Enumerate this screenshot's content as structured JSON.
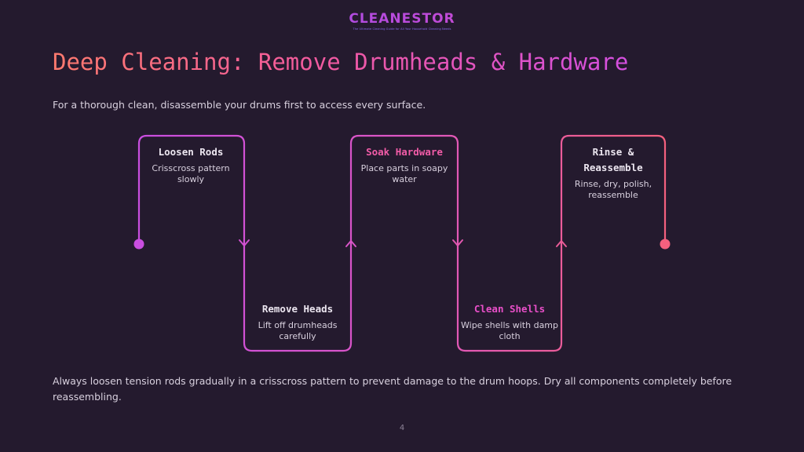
{
  "brand": {
    "name": "CLEANESTOR",
    "tagline": "The Ultimate Cleaning Guide for All Your Household Cleaning Needs"
  },
  "title": "Deep Cleaning: Remove Drumheads & Hardware",
  "subtitle": "For a thorough clean, disassemble your drums first to access every surface.",
  "steps": [
    {
      "title": "Loosen Rods",
      "desc": "Crisscross pattern slowly",
      "title_color": "#ece6f0"
    },
    {
      "title": "Remove Heads",
      "desc": "Lift off drumheads carefully",
      "title_color": "#ece6f0"
    },
    {
      "title": "Soak Hardware",
      "desc": "Place parts in soapy water",
      "title_color": "#f25ca8"
    },
    {
      "title": "Clean Shells",
      "desc": "Wipe shells with damp cloth",
      "title_color": "#e84fc8"
    },
    {
      "title": "Rinse & Reassemble",
      "desc": "Rinse, dry, polish, reassemble",
      "title_color": "#ece6f0"
    }
  ],
  "footnote": "Always loosen tension rods gradually in a crisscross pattern to prevent damage to the drum hoops. Dry all components completely before reassembling.",
  "page_number": "4",
  "colors": {
    "background": "#241a2e",
    "flow_start": "#c94ee0",
    "flow_end": "#f4607e"
  }
}
